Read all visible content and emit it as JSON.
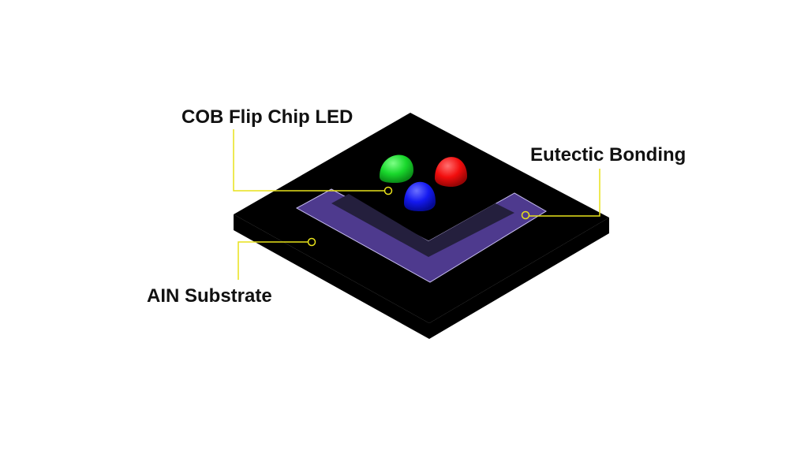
{
  "labels": {
    "led": "COB Flip Chip LED",
    "bonding": "Eutectic Bonding",
    "substrate": "AIN Substrate"
  },
  "colors": {
    "background": "#ffffff",
    "substrate": "#000000",
    "bonding_layer": "#4e3a8e",
    "bonding_inner": "#241f3d",
    "leader": "#e8e21a",
    "led_green": "#19d82c",
    "led_red": "#f20d0d",
    "led_blue": "#1419f0",
    "text": "#111111"
  },
  "leds": [
    {
      "name": "green-led",
      "color": "green"
    },
    {
      "name": "red-led",
      "color": "red"
    },
    {
      "name": "blue-led",
      "color": "blue"
    }
  ]
}
